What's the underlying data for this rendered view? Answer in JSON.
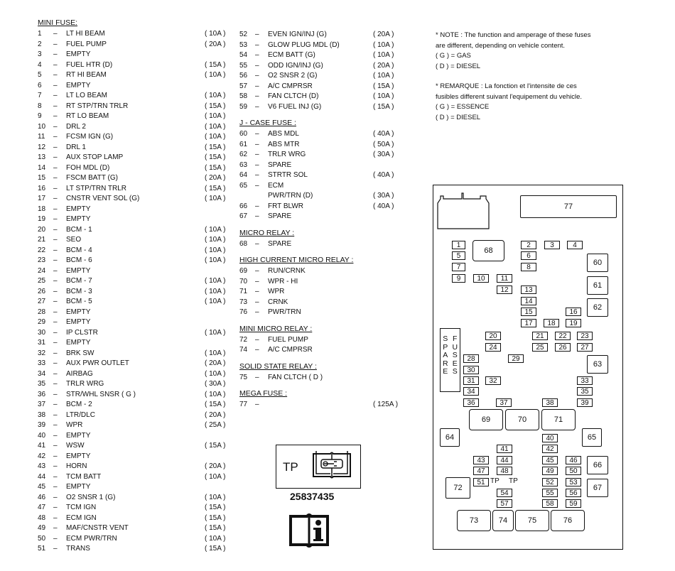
{
  "column1": {
    "heading": "MINI FUSE:",
    "rows": [
      {
        "num": "1",
        "name": "LT HI BEAM",
        "amp": "( 10A )"
      },
      {
        "num": "2",
        "name": "FUEL PUMP",
        "amp": "( 20A )"
      },
      {
        "num": "3",
        "name": "EMPTY",
        "amp": ""
      },
      {
        "num": "4",
        "name": "FUEL HTR (D)",
        "amp": "( 15A )"
      },
      {
        "num": "5",
        "name": "RT HI BEAM",
        "amp": "( 10A )"
      },
      {
        "num": "6",
        "name": "EMPTY",
        "amp": ""
      },
      {
        "num": "7",
        "name": "LT LO BEAM",
        "amp": "( 10A )"
      },
      {
        "num": "8",
        "name": "RT STP/TRN TRLR",
        "amp": "( 15A )"
      },
      {
        "num": "9",
        "name": "RT LO BEAM",
        "amp": "( 10A )"
      },
      {
        "num": "10",
        "name": "DRL 2",
        "amp": "( 10A )"
      },
      {
        "num": "11",
        "name": "FCSM IGN (G)",
        "amp": "( 10A )"
      },
      {
        "num": "12",
        "name": "DRL 1",
        "amp": "( 15A )"
      },
      {
        "num": "13",
        "name": "AUX STOP LAMP",
        "amp": "( 15A )"
      },
      {
        "num": "14",
        "name": "FOH MDL (D)",
        "amp": "( 15A )"
      },
      {
        "num": "15",
        "name": "FSCM BATT (G)",
        "amp": "( 20A )"
      },
      {
        "num": "16",
        "name": "LT STP/TRN TRLR",
        "amp": "( 15A )"
      },
      {
        "num": "17",
        "name": "CNSTR VENT SOL (G)",
        "amp": "( 10A )"
      },
      {
        "num": "18",
        "name": "EMPTY",
        "amp": ""
      },
      {
        "num": "19",
        "name": "EMPTY",
        "amp": ""
      },
      {
        "num": "20",
        "name": "BCM - 1",
        "amp": "( 10A )"
      },
      {
        "num": "21",
        "name": "SEO",
        "amp": "( 10A )"
      },
      {
        "num": "22",
        "name": "BCM - 4",
        "amp": "( 10A )"
      },
      {
        "num": "23",
        "name": "BCM - 6",
        "amp": "( 10A )"
      },
      {
        "num": "24",
        "name": "EMPTY",
        "amp": ""
      },
      {
        "num": "25",
        "name": "BCM - 7",
        "amp": "( 10A )"
      },
      {
        "num": "26",
        "name": "BCM - 3",
        "amp": "( 10A )"
      },
      {
        "num": "27",
        "name": "BCM - 5",
        "amp": "( 10A )"
      },
      {
        "num": "28",
        "name": "EMPTY",
        "amp": ""
      },
      {
        "num": "29",
        "name": "EMPTY",
        "amp": ""
      },
      {
        "num": "30",
        "name": "IP CLSTR",
        "amp": "( 10A )"
      },
      {
        "num": "31",
        "name": "EMPTY",
        "amp": ""
      },
      {
        "num": "32",
        "name": "BRK SW",
        "amp": "( 10A )"
      },
      {
        "num": "33",
        "name": "AUX PWR OUTLET",
        "amp": "( 20A )"
      },
      {
        "num": "34",
        "name": "AIRBAG",
        "amp": "( 10A )"
      },
      {
        "num": "35",
        "name": "TRLR WRG",
        "amp": "( 30A )"
      },
      {
        "num": "36",
        "name": "STR/WHL SNSR ( G )",
        "amp": "( 10A )"
      },
      {
        "num": "37",
        "name": "BCM - 2",
        "amp": "( 15A )"
      },
      {
        "num": "38",
        "name": "LTR/DLC",
        "amp": "( 20A )"
      },
      {
        "num": "39",
        "name": "WPR",
        "amp": "( 25A )"
      },
      {
        "num": "40",
        "name": "EMPTY",
        "amp": ""
      },
      {
        "num": "41",
        "name": "WSW",
        "amp": "( 15A )"
      },
      {
        "num": "42",
        "name": "EMPTY",
        "amp": ""
      },
      {
        "num": "43",
        "name": "HORN",
        "amp": "( 20A )"
      },
      {
        "num": "44",
        "name": "TCM BATT",
        "amp": "( 10A )"
      },
      {
        "num": "45",
        "name": "EMPTY",
        "amp": ""
      },
      {
        "num": "46",
        "name": "O2 SNSR 1 (G)",
        "amp": "( 10A )"
      },
      {
        "num": "47",
        "name": "TCM IGN",
        "amp": "( 15A )"
      },
      {
        "num": "48",
        "name": "ECM IGN",
        "amp": "( 15A )"
      },
      {
        "num": "49",
        "name": "MAF/CNSTR VENT",
        "amp": "( 15A )"
      },
      {
        "num": "50",
        "name": "ECM PWR/TRN",
        "amp": "( 10A )"
      },
      {
        "num": "51",
        "name": "TRANS",
        "amp": "( 15A )"
      }
    ]
  },
  "column2": {
    "sections": [
      {
        "heading": "",
        "rows": [
          {
            "num": "52",
            "name": "EVEN IGN/INJ (G)",
            "amp": "( 20A )"
          },
          {
            "num": "53",
            "name": "GLOW PLUG MDL (D)",
            "amp": "( 10A )"
          },
          {
            "num": "54",
            "name": "ECM BATT (G)",
            "amp": "( 10A )"
          },
          {
            "num": "55",
            "name": "ODD IGN/INJ (G)",
            "amp": "( 20A )"
          },
          {
            "num": "56",
            "name": "O2 SNSR 2 (G)",
            "amp": "( 10A )"
          },
          {
            "num": "57",
            "name": "A/C CMPRSR",
            "amp": "( 15A )"
          },
          {
            "num": "58",
            "name": "FAN CLTCH (D)",
            "amp": "( 10A )"
          },
          {
            "num": "59",
            "name": "V6 FUEL INJ (G)",
            "amp": "( 15A )"
          }
        ]
      },
      {
        "heading": "J - CASE FUSE :",
        "rows": [
          {
            "num": "60",
            "name": "ABS MDL",
            "amp": "( 40A )"
          },
          {
            "num": "61",
            "name": "ABS MTR",
            "amp": "( 50A )"
          },
          {
            "num": "62",
            "name": "TRLR WRG",
            "amp": "( 30A )"
          },
          {
            "num": "63",
            "name": "SPARE",
            "amp": ""
          },
          {
            "num": "64",
            "name": "STRTR SOL",
            "amp": "( 40A )"
          },
          {
            "num": "65",
            "name": "ECM",
            "amp": ""
          },
          {
            "num": "",
            "name": "PWR/TRN (D)",
            "amp": "( 30A )"
          },
          {
            "num": "66",
            "name": "FRT BLWR",
            "amp": "( 40A )"
          },
          {
            "num": "67",
            "name": "SPARE",
            "amp": ""
          }
        ]
      },
      {
        "heading": "MICRO RELAY :",
        "rows": [
          {
            "num": "68",
            "name": "SPARE",
            "amp": ""
          }
        ]
      },
      {
        "heading": "HIGH CURRENT MICRO RELAY :",
        "rows": [
          {
            "num": "69",
            "name": "RUN/CRNK",
            "amp": ""
          },
          {
            "num": "70",
            "name": "WPR - HI",
            "amp": ""
          },
          {
            "num": "71",
            "name": "WPR",
            "amp": ""
          },
          {
            "num": "73",
            "name": "CRNK",
            "amp": ""
          },
          {
            "num": "76",
            "name": "PWR/TRN",
            "amp": ""
          }
        ]
      },
      {
        "heading": "MINI MICRO RELAY :",
        "rows": [
          {
            "num": "72",
            "name": "FUEL PUMP",
            "amp": ""
          },
          {
            "num": "74",
            "name": "A/C CMPRSR",
            "amp": ""
          }
        ]
      },
      {
        "heading": "SOLID STATE RELAY :",
        "rows": [
          {
            "num": "75",
            "name": "FAN CLTCH ( D )",
            "amp": ""
          }
        ]
      },
      {
        "heading": "MEGA FUSE :",
        "rows": [
          {
            "num": "77",
            "name": "",
            "amp": "( 125A )"
          }
        ]
      }
    ]
  },
  "notes": {
    "english": [
      "* NOTE :  The function and amperage of these fuses",
      "are different, depending on vehicle content.",
      "( G )  =  GAS",
      "( D )  =  DIESEL"
    ],
    "french": [
      "* REMARQUE :  La fonction et l'intensite de ces",
      "fusibles different suivant l'equipement du vehicle.",
      "( G )  =  ESSENCE",
      "( D )  =  DIESEL"
    ]
  },
  "tp_label": "TP",
  "part_number": "25837435",
  "diagram": {
    "spare_word": "SPARE",
    "fuses_word": "FUSES",
    "tp_left": "TP",
    "tp_right": "TP",
    "labels": {
      "f1": "1",
      "f2": "2",
      "f3": "3",
      "f4": "4",
      "f5": "5",
      "f6": "6",
      "f7": "7",
      "f8": "8",
      "f9": "9",
      "f10": "10",
      "f11": "11",
      "f12": "12",
      "f13": "13",
      "f14": "14",
      "f15": "15",
      "f16": "16",
      "f17": "17",
      "f18": "18",
      "f19": "19",
      "f20": "20",
      "f21": "21",
      "f22": "22",
      "f23": "23",
      "f24": "24",
      "f25": "25",
      "f26": "26",
      "f27": "27",
      "f28": "28",
      "f29": "29",
      "f30": "30",
      "f31": "31",
      "f32": "32",
      "f33": "33",
      "f34": "34",
      "f35": "35",
      "f36": "36",
      "f37": "37",
      "f38": "38",
      "f39": "39",
      "f40": "40",
      "f41": "41",
      "f42": "42",
      "f43": "43",
      "f44": "44",
      "f45": "45",
      "f46": "46",
      "f47": "47",
      "f48": "48",
      "f49": "49",
      "f50": "50",
      "f51": "51",
      "f52": "52",
      "f53": "53",
      "f54": "54",
      "f55": "55",
      "f56": "56",
      "f57": "57",
      "f58": "58",
      "f59": "59",
      "f60": "60",
      "f61": "61",
      "f62": "62",
      "f63": "63",
      "f64": "64",
      "f65": "65",
      "f66": "66",
      "f67": "67",
      "f68": "68",
      "f69": "69",
      "f70": "70",
      "f71": "71",
      "f72": "72",
      "f73": "73",
      "f74": "74",
      "f75": "75",
      "f76": "76",
      "f77": "77"
    }
  }
}
